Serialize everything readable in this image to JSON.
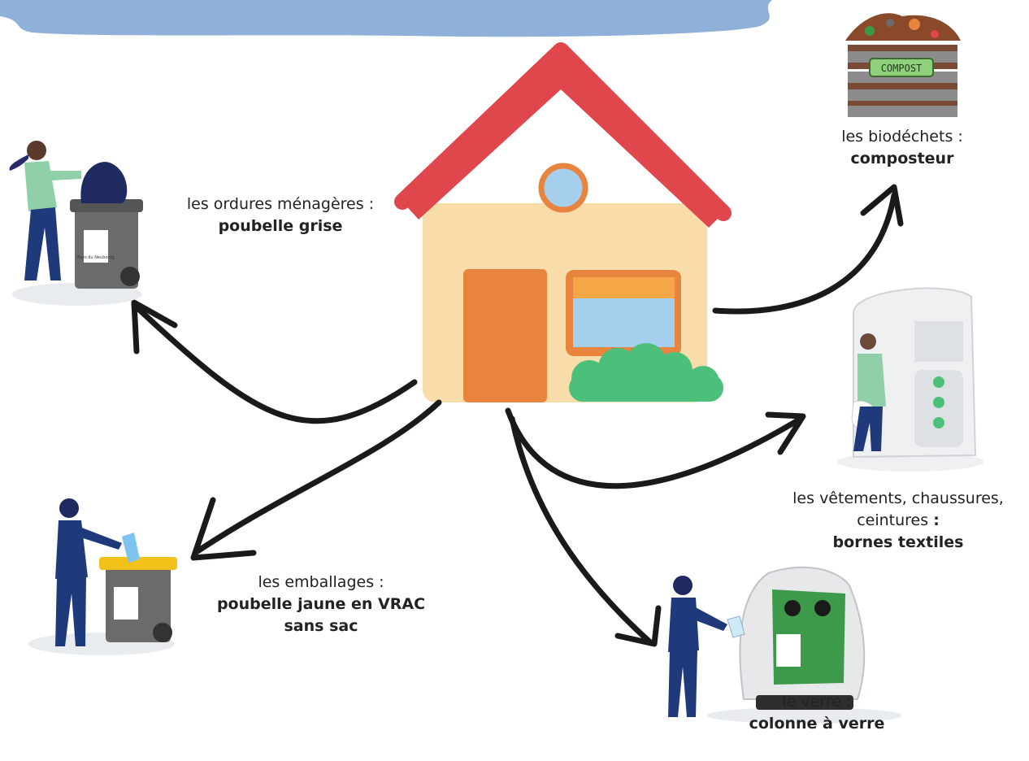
{
  "labels": {
    "ordures": {
      "line1": "les ordures ménagères :",
      "line2": "poubelle grise"
    },
    "biodechets": {
      "line1": "les biodéchets :",
      "line2": "composteur"
    },
    "emballages": {
      "line1": "les emballages :",
      "line2": "poubelle jaune en VRAC",
      "line3": "sans sac"
    },
    "textiles": {
      "line1": "les vêtements, chaussures,",
      "line2a": "ceintures ",
      "line2b": ":",
      "line3": "bornes textiles"
    },
    "verre": {
      "line1": "le verre :",
      "line2": "colonne à verre"
    }
  },
  "illustration_text": {
    "compost_sign": "COMPOST",
    "bin_logo": "Pays du Neubourg"
  },
  "colors": {
    "banner": "#8fb0d9",
    "roof": "#e0474c",
    "house_wall": "#f8dcaa",
    "door": "#e9843f",
    "window_sky": "#a6cfee",
    "window_top": "#f5a748",
    "bush": "#4cc07a",
    "arrow": "#1a1a1a",
    "navy": "#1f3a7a",
    "grey_bin": "#6b6b6b",
    "yellow_lid": "#f2c21b",
    "green_bank": "#3d9a4a"
  }
}
